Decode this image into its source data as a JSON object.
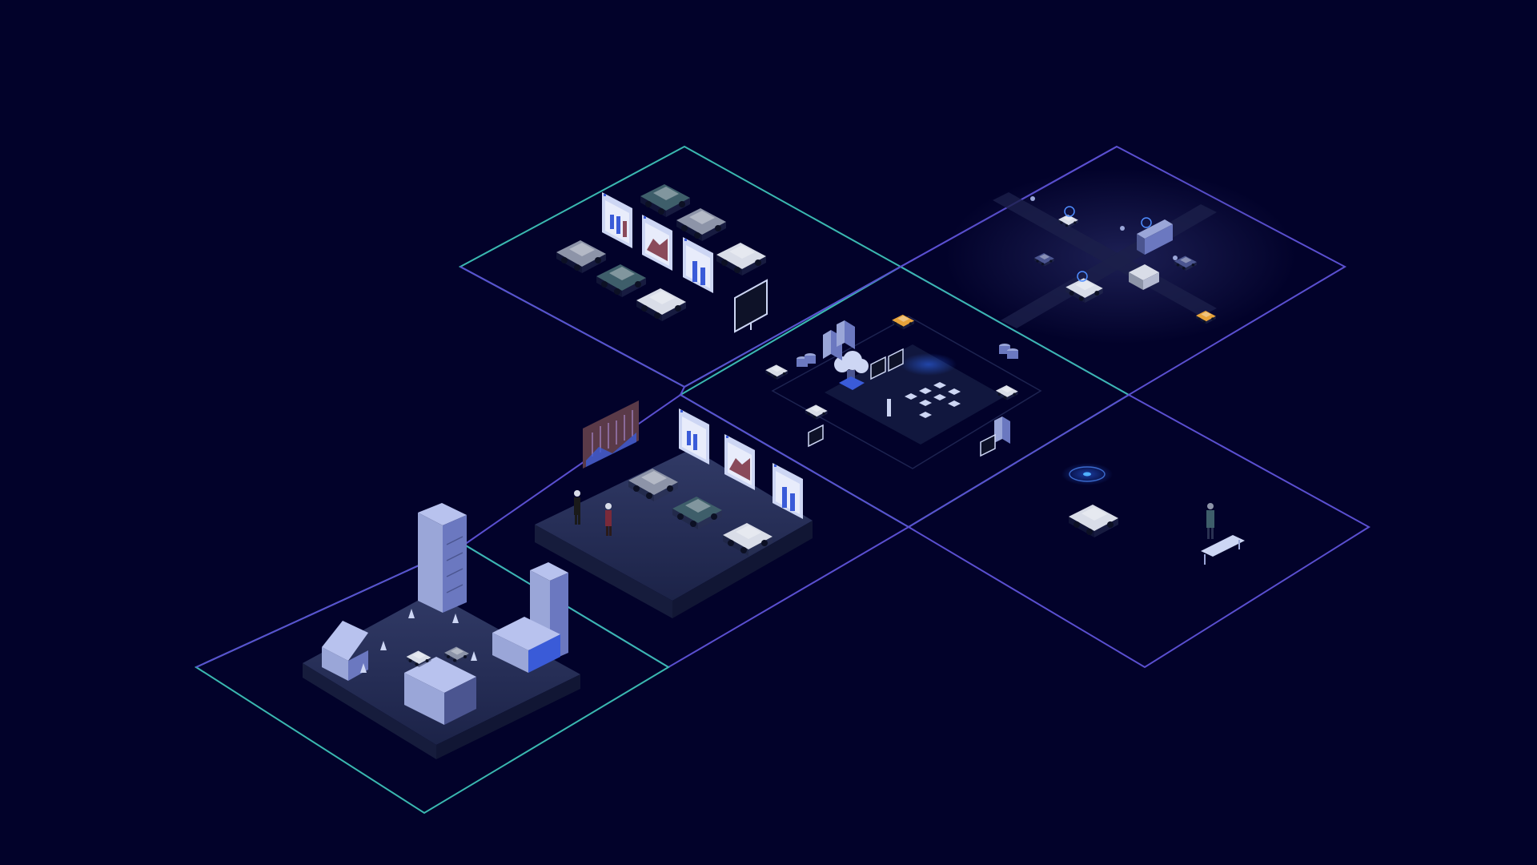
{
  "scene": {
    "background": "#02022a",
    "colors": {
      "teal_line": "#3ab8b0",
      "violet_line": "#5a4fd0",
      "platform_top": "#2a3258",
      "platform_side": "#161c3c",
      "car_white": "#d9dde8",
      "car_teal": "#3e5e6a",
      "car_grey": "#8d94a8",
      "building_light": "#9aa6d8",
      "building_dark": "#4b5590",
      "screen_frame": "#cdd6f4",
      "screen_blue": "#3a5bd8",
      "screen_red": "#8a4a5a",
      "accent_blue": "#4f8dff",
      "accent_orange": "#e7a33a"
    },
    "tiles": [
      {
        "id": "parking-lot-tile",
        "content": "parked-cars-with-dashboards"
      },
      {
        "id": "intersection-tile",
        "content": "street-intersection-traffic"
      },
      {
        "id": "data-center-tile",
        "content": "cloud-data-platform"
      },
      {
        "id": "showroom-tile",
        "content": "car-showroom-with-analytics"
      },
      {
        "id": "robotaxi-tile",
        "content": "connected-car-pickup"
      },
      {
        "id": "city-block-tile",
        "content": "city-block-buildings"
      }
    ],
    "icons": [
      "sedan-icon",
      "suv-icon",
      "bar-chart-panel-icon",
      "area-chart-panel-icon",
      "monitor-icon",
      "server-rack-icon",
      "database-icon",
      "cloud-icon",
      "person-icon",
      "bench-icon",
      "bus-icon",
      "van-icon",
      "office-tower-icon",
      "house-icon",
      "signal-beacon-icon"
    ]
  }
}
